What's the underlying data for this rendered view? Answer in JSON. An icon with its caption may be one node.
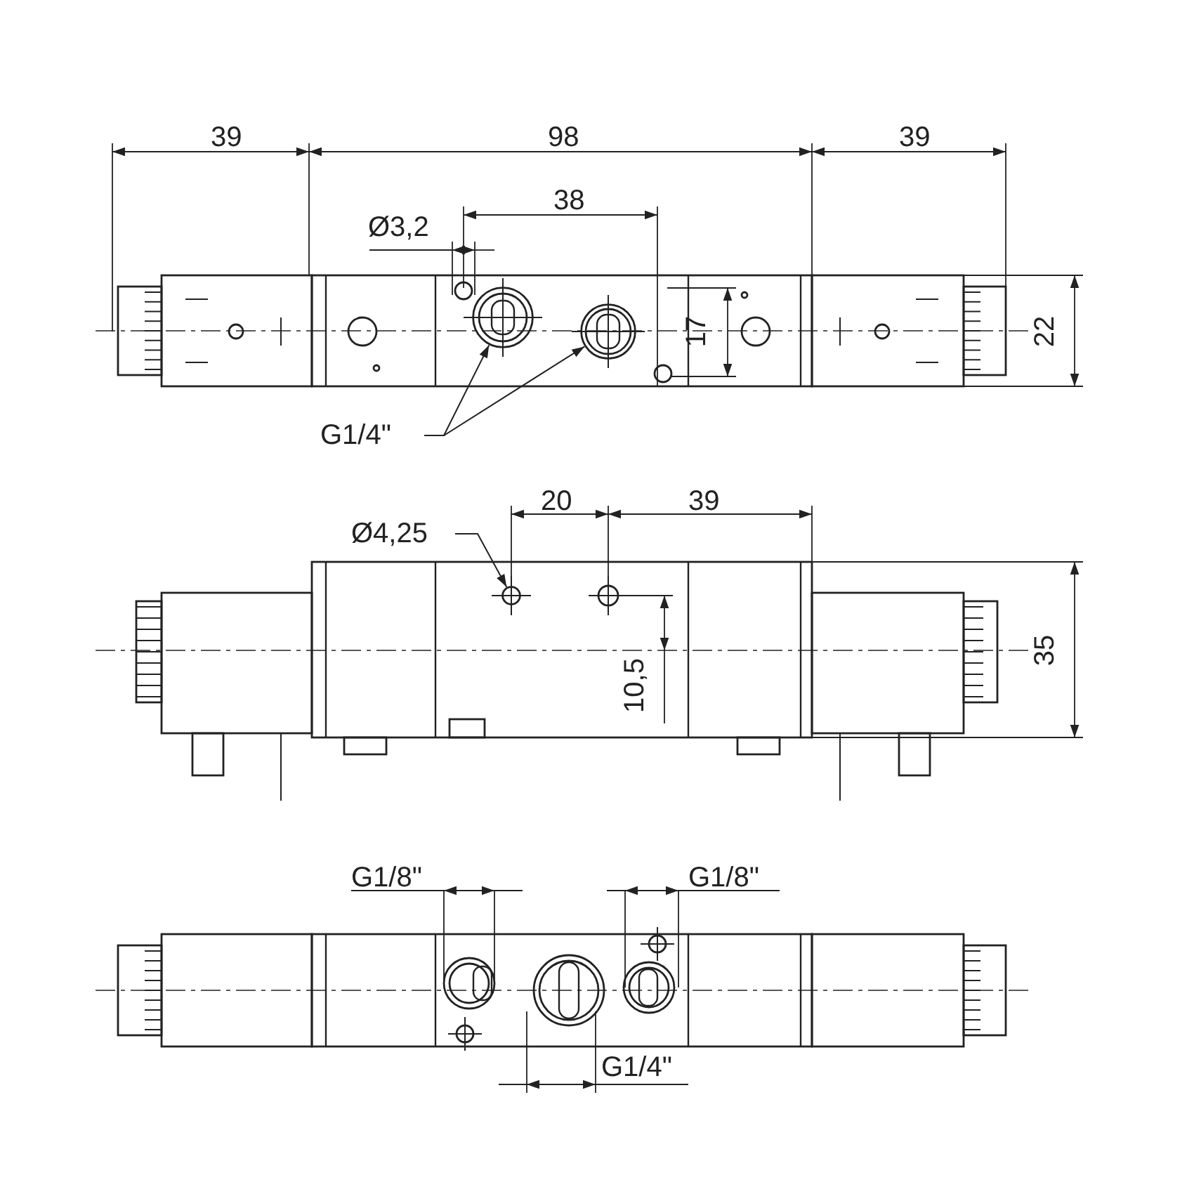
{
  "diagram": {
    "nodes": [
      {
        "text": [
          "G1/4\""
        ]
      },
      {
        "text": [],
        "shape": "circle"
      },
      {
        "text": [],
        "shape": "circle"
      },
      {
        "text": [
          "Ø4,25"
        ]
      },
      {
        "text": [],
        "shape": "circle"
      }
    ],
    "edges": [
      {
        "from": 0,
        "to": 1,
        "arrow": "to"
      },
      {
        "from": 0,
        "to": 2,
        "arrow": "to"
      },
      {
        "from": 3,
        "to": 4,
        "arrow": "to"
      }
    ],
    "labels": [
      "39",
      "98",
      "39",
      "Ø3,2",
      "38",
      "17",
      "22",
      "20",
      "39",
      "35",
      "10,5",
      "G1/8\"",
      "G1/8\"",
      "G1/4\""
    ]
  }
}
